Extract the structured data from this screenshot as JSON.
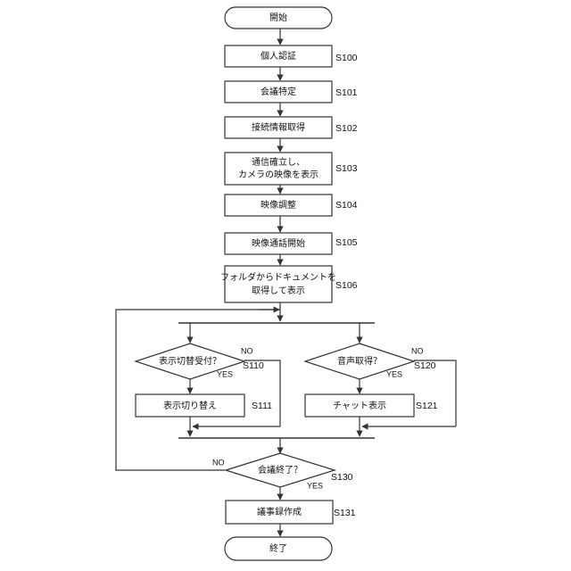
{
  "nodes": {
    "start": "開始",
    "s100": "個人認証",
    "s101": "会議特定",
    "s102": "接続情報取得",
    "s103": [
      "通信確立し、",
      "カメラの映像を表示"
    ],
    "s104": "映像調整",
    "s105": "映像通話開始",
    "s106": [
      "フォルダからドキュメントを",
      "取得して表示"
    ],
    "s110": "表示切替受付？",
    "s111": "表示切り替え",
    "s120": "音声取得？",
    "s121": "チャット表示",
    "s130": "会議終了？",
    "s131": "議事録作成",
    "end": "終了"
  },
  "step_labels": {
    "s100": "S100",
    "s101": "S101",
    "s102": "S102",
    "s103": "S103",
    "s104": "S104",
    "s105": "S105",
    "s106": "S106",
    "s110": "S110",
    "s111": "S111",
    "s120": "S120",
    "s121": "S121",
    "s130": "S130",
    "s131": "S131"
  },
  "branch_labels": {
    "yes": "YES",
    "no": "NO"
  },
  "colors": {
    "line": "#333333",
    "fill": "#ffffff",
    "text": "#111111"
  }
}
